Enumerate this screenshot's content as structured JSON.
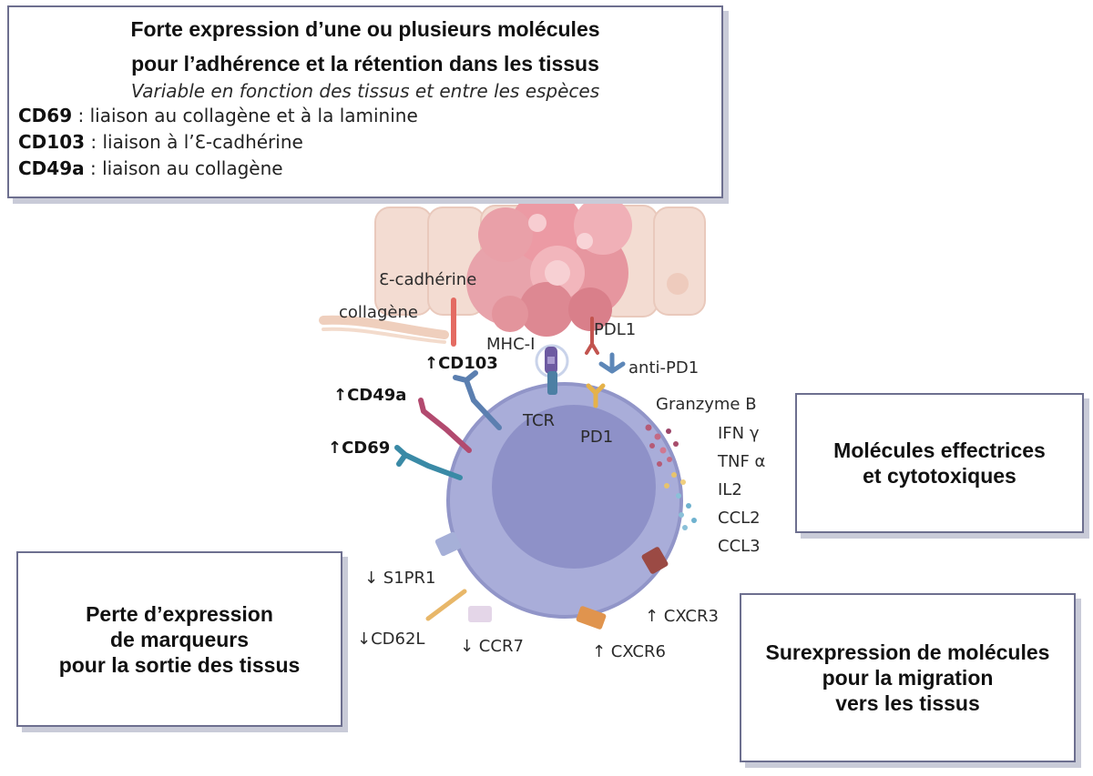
{
  "top_box": {
    "title_line1": "Forte expression d’une ou plusieurs molécules",
    "title_line2": "pour l’adhérence et la rétention dans les tissus",
    "subtitle": "Variable en fonction des tissus et entre les espèces",
    "markers": [
      {
        "name": "CD69",
        "desc": " : liaison au collagène et à la laminine"
      },
      {
        "name": "CD103",
        "desc": " : liaison à l’Ɛ-cadhérine"
      },
      {
        "name": "CD49a",
        "desc": " : liaison au collagène"
      }
    ]
  },
  "effector_box": {
    "line1": "Molécules effectrices",
    "line2": "et cytotoxiques"
  },
  "loss_box": {
    "line1": "Perte d’expression",
    "line2": "de marqueurs",
    "line3": "pour la sortie des tissus"
  },
  "migration_box": {
    "line1": "Surexpression de molécules",
    "line2": "pour la migration",
    "line3": "vers les tissus"
  },
  "labels": {
    "ecadherine": "Ɛ-cadhérine",
    "collagene": "collagène",
    "mhc": "MHC-I",
    "pdl1": "PDL1",
    "antipd1": "anti-PD1",
    "cd103": "↑CD103",
    "cd49a": "↑CD49a",
    "cd69": "↑CD69",
    "tcr": "TCR",
    "pd1": "PD1",
    "s1pr1": "↓ S1PR1",
    "cd62l": "↓CD62L",
    "ccr7": "↓ CCR7",
    "cxcr3": "↑ CXCR3",
    "cxcr6": "↑ CXCR6"
  },
  "effectors": [
    "Granzyme B",
    "IFN γ",
    "TNF α",
    "IL2",
    "CCL2",
    "CCL3"
  ],
  "colors": {
    "box_border": "#6d6f8f",
    "cell_body": "#a9add9",
    "nucleus": "#8e91c8",
    "tissue": "#f3dcd2",
    "tumor": "#e59aa3",
    "cd103": "#5b7fb0",
    "cd49a": "#b24a6f",
    "cd69": "#3a8aa6",
    "pd1": "#e5b24a"
  }
}
